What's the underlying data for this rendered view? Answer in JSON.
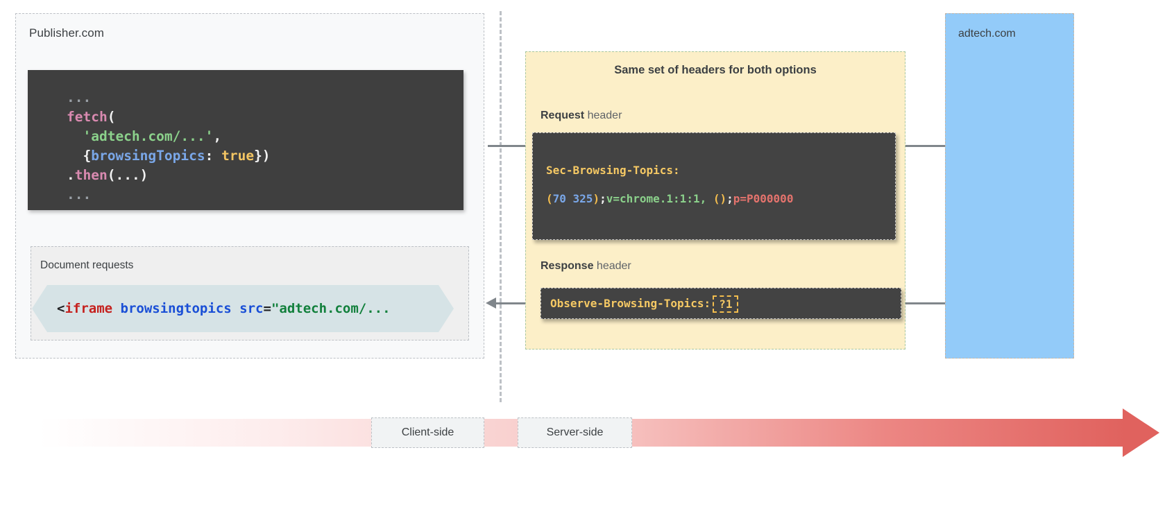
{
  "publisher": {
    "label": "Publisher.com",
    "fetch_code": {
      "l1": "...",
      "l2_fn": "fetch",
      "l2_paren": "(",
      "l3_str": "'adtech.com/...'",
      "l3_comma": ",",
      "l4_open": "{",
      "l4_prop": "browsingTopics",
      "l4_colon": ": ",
      "l4_bool": "true",
      "l4_close": "})",
      "l5_dot": ".",
      "l5_fn": "then",
      "l5_args": "(...)",
      "l6": "..."
    },
    "document_requests_label": "Document requests",
    "iframe_code": {
      "lt": "<",
      "tag": "iframe",
      "space1": " ",
      "attr1": "browsingtopics",
      "space2": " ",
      "attr2": "src",
      "eq": "=",
      "value": "\"adtech.com/..."
    }
  },
  "headers_panel": {
    "title": "Same set of headers for both options",
    "request_label_bold": "Request",
    "request_label_rest": " header",
    "response_label_bold": "Response",
    "response_label_rest": " header",
    "request_code": {
      "key": "Sec-Browsing-Topics:",
      "open_paren": "(",
      "topic_ids": "70 325",
      "close_paren": ")",
      "semi1": ";",
      "version": "v=chrome.1:1:1, ",
      "empty_parens": "()",
      "semi2": ";",
      "p_value": "p=P000000"
    },
    "response_code": {
      "key": "Observe-Browsing-Topics:",
      "value": "?1"
    }
  },
  "adtech": {
    "label": "adtech.com"
  },
  "timeline": {
    "client_side": "Client-side",
    "server_side": "Server-side"
  },
  "colors": {
    "panel_yellow": "#fcefc8",
    "adtech_blue": "#93cbf9",
    "code_dark": "#3f3f3f",
    "iframe_teal": "#d6e3e6",
    "timeline_red": "#e0625e",
    "header_key_yellow": "#f6c964"
  }
}
